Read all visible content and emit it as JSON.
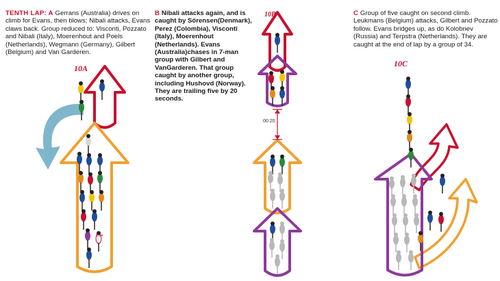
{
  "captions": {
    "a": {
      "kicker": "TENTH LAP: A",
      "text": " Gerrans (Australia) drives on climb for Evans, then blows; Nibali attacks, Evans claws back. Group reduced to: Visconti, Pozzato and Nibali (Italy), Moerenhout and  Poels (Netherlands), Wegmann (Germany), Gilbert (Belgium) and Van Garderen."
    },
    "b": {
      "kicker": "B",
      "text": " Nibali attacks again, and is caught by Sörensen(Denmark), Perez (Colombia), Visconti (Italy), Moerenhout (Netherlands). Evans (Australia)chases in 7-man group with Gilbert and VanGarderen. That group caught by another group, including Hushovd (Norway). They are trailing five by 20 seconds."
    },
    "c": {
      "kicker": "C",
      "text": " Group of five caught on second climb. Leukmans (Belgium) attacks, Gilbert and Pozzato follow. Evans bridges up, as do Kolobnev (Russia) and Terpstra (Netherlands).  They are caught at the end of lap by a group of 34."
    }
  },
  "labels": {
    "lap_a": "10A",
    "lap_b": "10B",
    "lap_c": "10C",
    "gap": "00:20",
    "jersey_usa": "USA"
  },
  "colors": {
    "red": "#c8102e",
    "orange": "#f0a030",
    "purple": "#8e3a9a",
    "teal": "#7fb6cc",
    "grey_rider": "#b8b8b8"
  }
}
